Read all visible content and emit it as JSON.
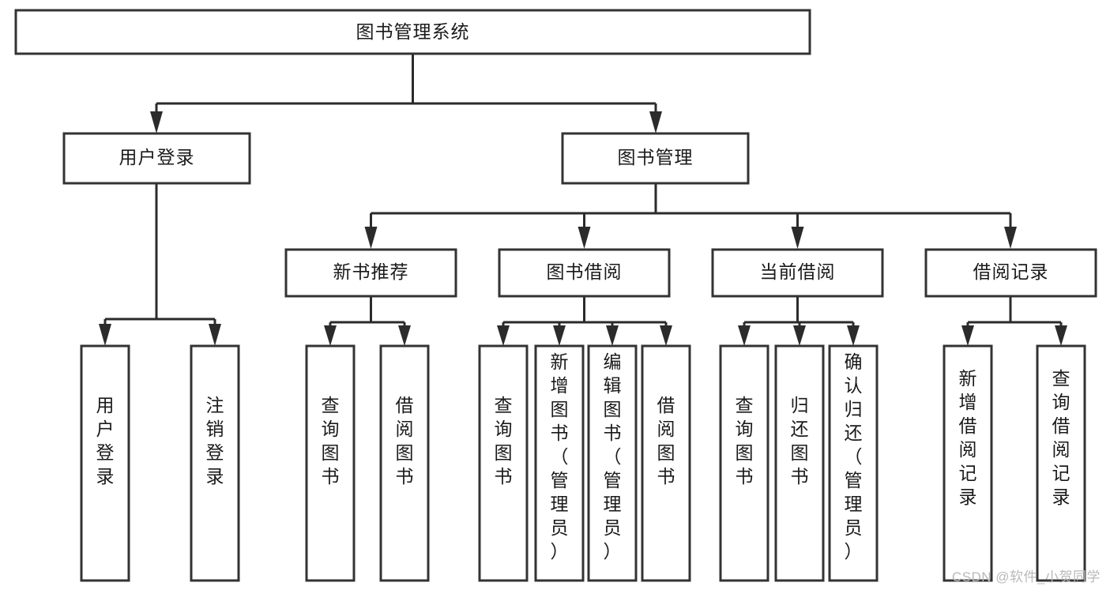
{
  "diagram": {
    "type": "tree",
    "title": "图书管理系统",
    "watermark": "CSDN @软件_小贺同学",
    "colors": {
      "box_stroke": "#333333",
      "box_fill": "#ffffff",
      "connector": "#2b2b2b",
      "text": "#1a1a1a",
      "watermark": "#b9b9b9",
      "background": "#ffffff"
    },
    "levels": {
      "level1": [
        {
          "id": "root",
          "label": "图书管理系统",
          "orientation": "horizontal"
        }
      ],
      "level2": [
        {
          "id": "user-login",
          "label": "用户登录",
          "orientation": "horizontal",
          "parent": "root"
        },
        {
          "id": "book-manage",
          "label": "图书管理",
          "orientation": "horizontal",
          "parent": "root"
        }
      ],
      "level3": [
        {
          "id": "new-book-recommend",
          "label": "新书推荐",
          "orientation": "horizontal",
          "parent": "book-manage"
        },
        {
          "id": "book-borrow",
          "label": "图书借阅",
          "orientation": "horizontal",
          "parent": "book-manage"
        },
        {
          "id": "current-borrow",
          "label": "当前借阅",
          "orientation": "horizontal",
          "parent": "book-manage"
        },
        {
          "id": "borrow-record",
          "label": "借阅记录",
          "orientation": "horizontal",
          "parent": "book-manage"
        }
      ],
      "leaves": [
        {
          "id": "leaf-user-login",
          "label": "用户登录",
          "orientation": "vertical",
          "parent": "user-login"
        },
        {
          "id": "leaf-user-logout",
          "label": "注销登录",
          "orientation": "vertical",
          "parent": "user-login"
        },
        {
          "id": "leaf-query-book-1",
          "label": "查询图书",
          "orientation": "vertical",
          "parent": "new-book-recommend"
        },
        {
          "id": "leaf-borrow-book-1",
          "label": "借阅图书",
          "orientation": "vertical",
          "parent": "new-book-recommend"
        },
        {
          "id": "leaf-query-book-2",
          "label": "查询图书",
          "orientation": "vertical",
          "parent": "book-borrow"
        },
        {
          "id": "leaf-add-book",
          "label": "新增图书（管理员）",
          "orientation": "vertical",
          "parent": "book-borrow"
        },
        {
          "id": "leaf-edit-book",
          "label": "编辑图书（管理员）",
          "orientation": "vertical",
          "parent": "book-borrow"
        },
        {
          "id": "leaf-borrow-book-2",
          "label": "借阅图书",
          "orientation": "vertical",
          "parent": "book-borrow"
        },
        {
          "id": "leaf-query-book-3",
          "label": "查询图书",
          "orientation": "vertical",
          "parent": "current-borrow"
        },
        {
          "id": "leaf-return-book",
          "label": "归还图书",
          "orientation": "vertical",
          "parent": "current-borrow"
        },
        {
          "id": "leaf-confirm-return",
          "label": "确认归还（管理员）",
          "orientation": "vertical",
          "parent": "current-borrow"
        },
        {
          "id": "leaf-add-record",
          "label": "新增借阅记录",
          "orientation": "vertical",
          "parent": "borrow-record"
        },
        {
          "id": "leaf-query-record",
          "label": "查询借阅记录",
          "orientation": "vertical",
          "parent": "borrow-record"
        }
      ]
    }
  }
}
